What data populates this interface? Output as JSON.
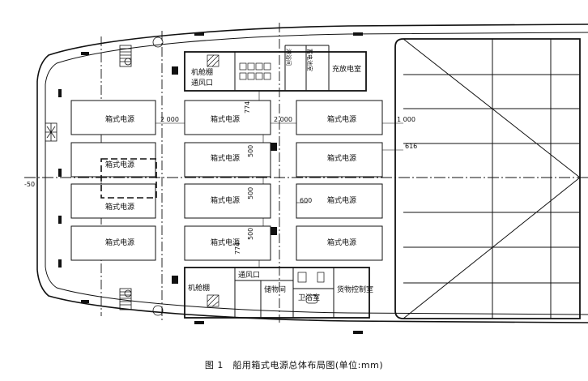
{
  "caption": "图 1　船用箱式电源总体布局图(单位:mm)",
  "rooms": {
    "machinery_casing_top": "机舱棚",
    "vent_top": "通风口",
    "bathroom_top": "淋浴间",
    "battery_room": "蓄电池室",
    "charge_room": "充放电室",
    "machinery_casing_bottom": "机舱棚",
    "vent_bottom": "通风口",
    "storage_room": "储物间",
    "wc_room": "卫浴室",
    "cargo_control_room": "货物控制室"
  },
  "box_label": "箱式电源",
  "dimensions": {
    "d2000_a": "2 000",
    "d2000_b": "2 000",
    "d1000": "1 000",
    "d774_top": "774",
    "d774_bottom": "774",
    "d500_a": "500",
    "d500_b": "500",
    "d500_c": "500",
    "d616": "616",
    "d600": "600",
    "d50": "-50"
  }
}
